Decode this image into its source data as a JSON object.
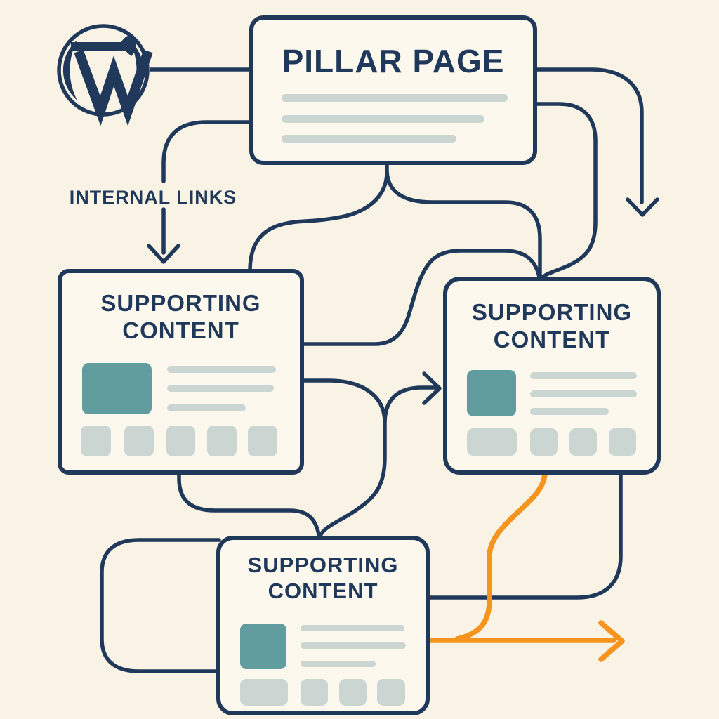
{
  "colors": {
    "navy": "#20395A",
    "orange": "#F7941E",
    "teal": "#619C9E",
    "gray": "#CBD5D2",
    "bg": "#F9F3E6",
    "box_fill": "#FCF8EE"
  },
  "logo": {
    "icon": "wordpress-logo"
  },
  "pillar": {
    "title": "PILLAR PAGE",
    "placeholder_lines": 3
  },
  "labels": {
    "internal_links": "INTERNAL LINKS"
  },
  "supporting": [
    {
      "id": "left",
      "title": "SUPPORTING CONTENT",
      "placeholder_lines": 3,
      "placeholder_squares": 5
    },
    {
      "id": "right",
      "title": "SUPPORTING CONTENT",
      "placeholder_lines": 3,
      "placeholder_squares": 4
    },
    {
      "id": "bottom",
      "title": "SUPPORTING CONTENT",
      "placeholder_lines": 3,
      "placeholder_squares": 4
    }
  ],
  "connectors": {
    "internal_links_arrow": "down-arrow",
    "pillar_drop_arrow": "down-arrow",
    "to_right_box_arrow": "right-arrow",
    "orange_exit_arrow": "right-arrow"
  }
}
